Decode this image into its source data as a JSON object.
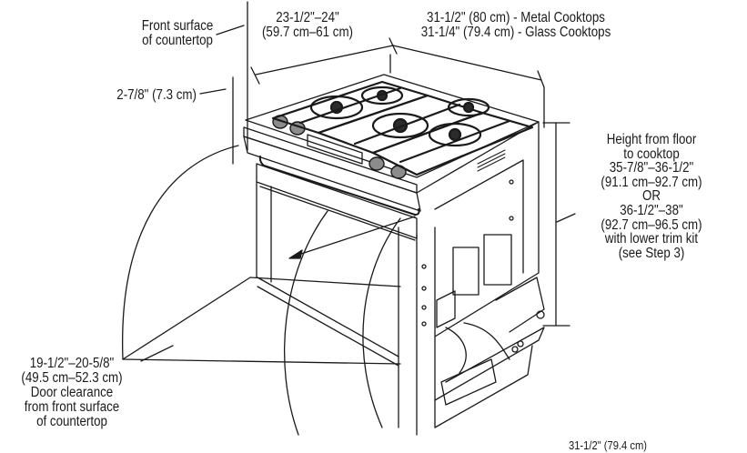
{
  "labels": {
    "front_surface": [
      "Front surface",
      "of countertop"
    ],
    "depth": [
      "23-1/2\"–24\"",
      "(59.7 cm–61 cm)"
    ],
    "width": [
      "31-1/2\" (80 cm) - Metal Cooktops",
      "31-1/4\" (79.4 cm) - Glass Cooktops"
    ],
    "offset": "2-7/8\" (7.3 cm)",
    "height": [
      "Height from floor",
      "to cooktop",
      "35-7/8\"–36-1/2\"",
      "(91.1 cm–92.7 cm)",
      "OR",
      "36-1/2\"–38\"",
      "(92.7 cm–96.5 cm)",
      "with lower trim kit",
      "(see Step 3)"
    ],
    "door_clearance": [
      "19-1/2\"–20-5/8\"",
      "(49.5 cm–52.3 cm)",
      "Door clearance",
      "from front surface",
      "of countertop"
    ],
    "cropped_bottom": "31-1/2\" (79.4 cm)"
  },
  "colors": {
    "line": "#1a1a1a",
    "fill_dark": "#2b2b2b",
    "fill_mid": "#8c8c8c",
    "background": "#ffffff"
  }
}
